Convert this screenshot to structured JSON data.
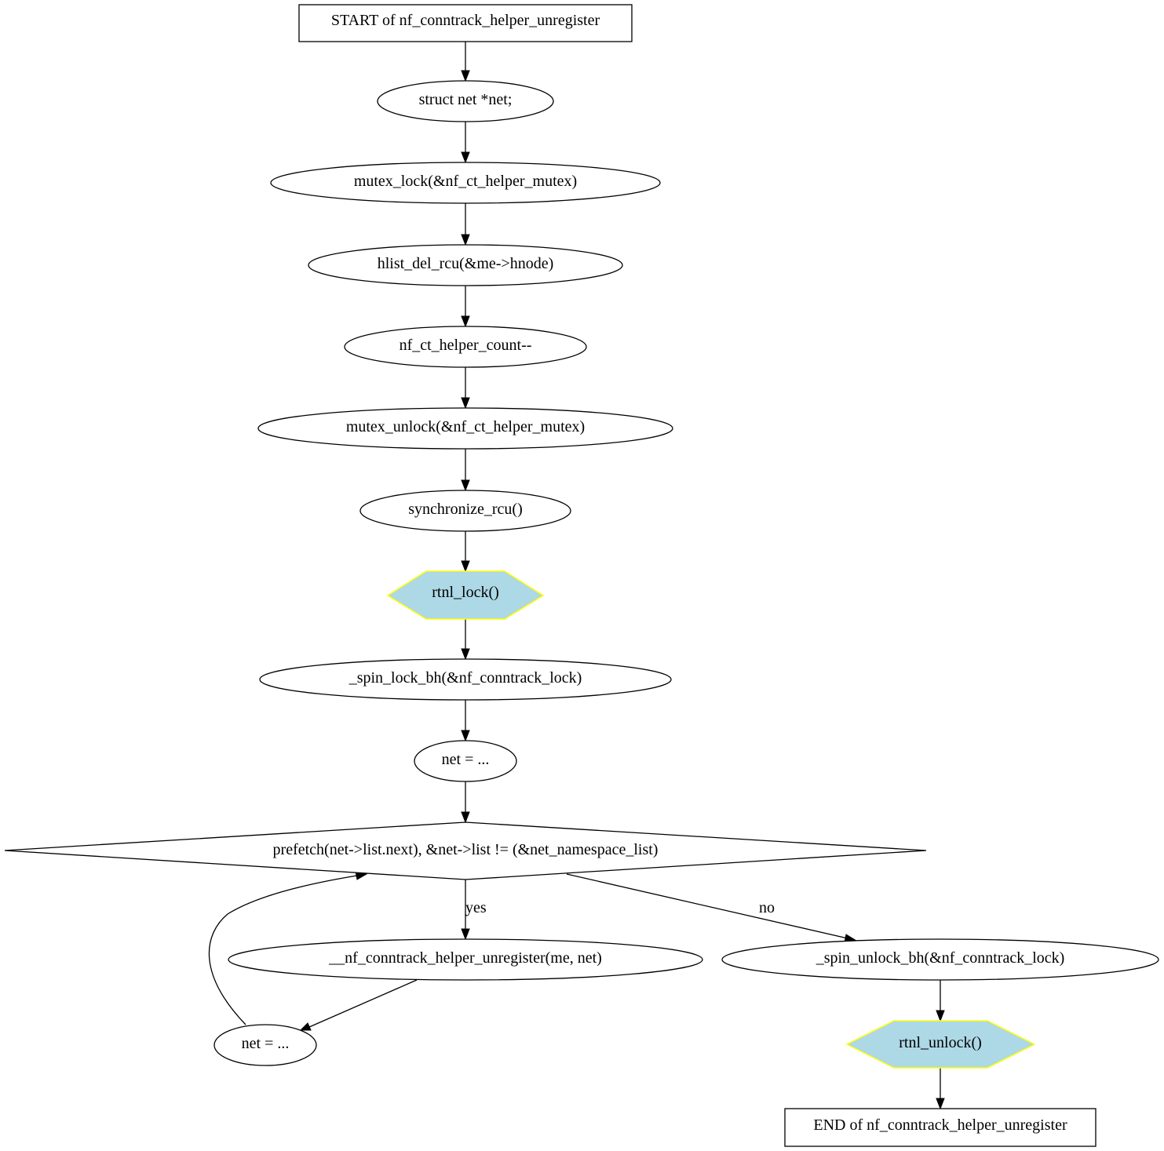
{
  "diagram": {
    "nodes": {
      "start": "START of nf_conntrack_helper_unregister",
      "decl_net": "struct net *net;",
      "mutex_lock": "mutex_lock(&nf_ct_helper_mutex)",
      "hlist_del": "hlist_del_rcu(&me->hnode)",
      "count_dec": "nf_ct_helper_count--",
      "mutex_unlock": "mutex_unlock(&nf_ct_helper_mutex)",
      "sync_rcu": "synchronize_rcu()",
      "rtnl_lock": "rtnl_lock()",
      "spin_lock": "_spin_lock_bh(&nf_conntrack_lock)",
      "net_assign_1": "net = ...",
      "loop_cond": "prefetch(net->list.next), &net->list != (&net_namespace_list)",
      "unregister_call": "__nf_conntrack_helper_unregister(me, net)",
      "net_assign_2": "net = ...",
      "spin_unlock": "_spin_unlock_bh(&nf_conntrack_lock)",
      "rtnl_unlock": "rtnl_unlock()",
      "end": "END of nf_conntrack_helper_unregister"
    },
    "edge_labels": {
      "yes": "yes",
      "no": "no"
    },
    "colors": {
      "hexagon_fill": "#add8e6",
      "hexagon_stroke": "#ffff00",
      "line": "#000000"
    }
  }
}
